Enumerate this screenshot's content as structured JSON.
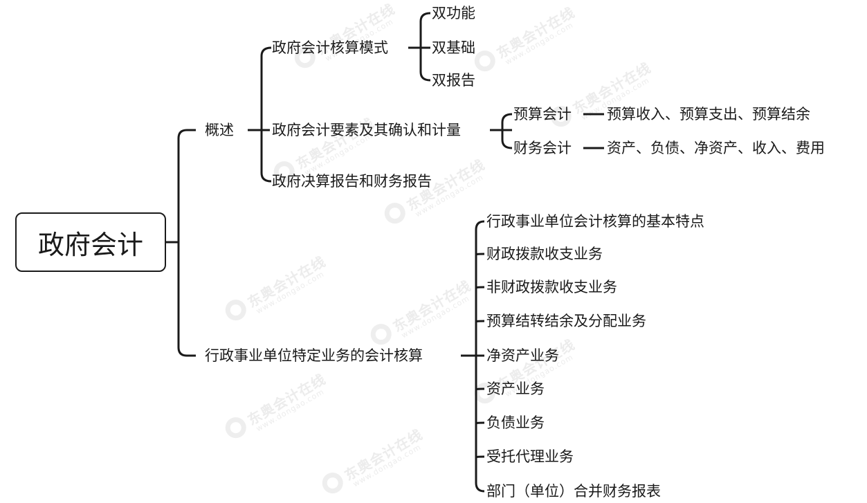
{
  "watermark": {
    "brand": "东奥会计在线",
    "url": "www.dongao.com"
  },
  "root": {
    "label": "政府会计"
  },
  "branches": [
    {
      "label": "概述",
      "children": [
        {
          "label": "政府会计核算模式",
          "children": [
            "双功能",
            "双基础",
            "双报告"
          ]
        },
        {
          "label": "政府会计要素及其确认和计量",
          "children": [
            {
              "label": "预算会计",
              "detail": "预算收入、预算支出、预算结余"
            },
            {
              "label": "财务会计",
              "detail": "资产、负债、净资产、收入、费用"
            }
          ]
        },
        {
          "label": "政府决算报告和财务报告"
        }
      ]
    },
    {
      "label": "行政事业单位特定业务的会计核算",
      "children": [
        "行政事业单位会计核算的基本特点",
        "财政拨款收支业务",
        "非财政拨款收支业务",
        "预算结转结余及分配业务",
        "净资产业务",
        "资产业务",
        "负债业务",
        "受托代理业务",
        "部门（单位）合并财务报表"
      ]
    }
  ]
}
